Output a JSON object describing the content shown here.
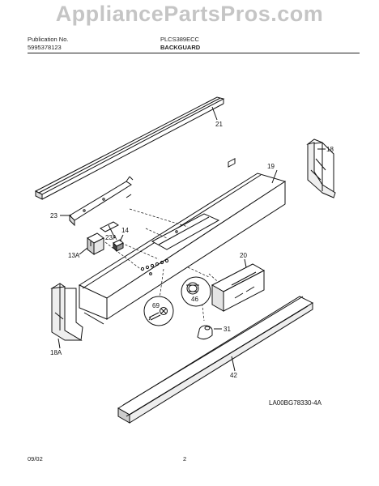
{
  "header": {
    "pub_label_1": "Publication No.",
    "pub_number": "5995378123",
    "model_number": "PLCS389ECC",
    "section_title": "BACKGUARD"
  },
  "watermark": "AppliancePartsPros.com",
  "callouts": {
    "c21": "21",
    "c18": "18",
    "c19": "19",
    "c23": "23",
    "c14": "14",
    "c23a": "23A",
    "c13a": "13A",
    "c20": "20",
    "c69": "69",
    "c46": "46",
    "c31": "31",
    "c18a": "18A",
    "c42": "42"
  },
  "diagram_code": "LA00BG78330-4A",
  "footer": {
    "date": "09/02",
    "page": "2"
  }
}
